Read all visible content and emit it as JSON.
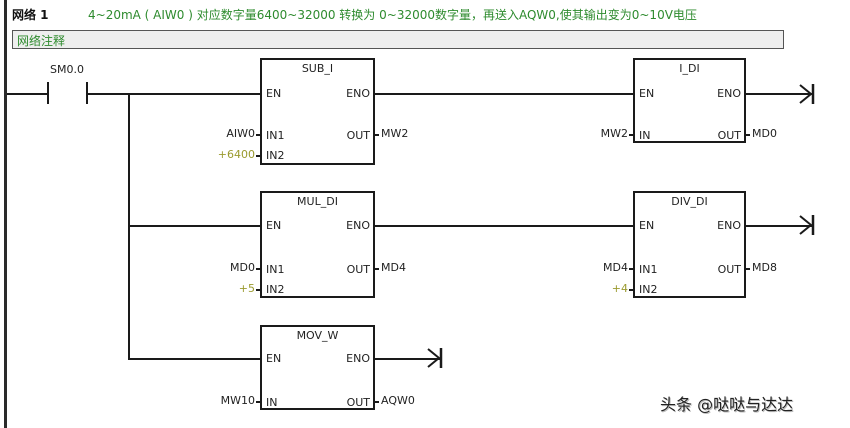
{
  "network": {
    "title": "网络 1",
    "description": "4~20mA ( AIW0 ) 对应数字量6400~32000 转换为 0~32000数字量，再送入AQW0,使其输出变为0~10V电压",
    "comment": "网络注释"
  },
  "contact": {
    "label": "SM0.0"
  },
  "blocks": [
    {
      "name": "SUB_I",
      "en": "EN",
      "eno": "ENO",
      "in1_pin": "IN1",
      "in2_pin": "IN2",
      "out_pin": "OUT",
      "in1": "AIW0",
      "in2": "+6400",
      "out": "MW2"
    },
    {
      "name": "I_DI",
      "en": "EN",
      "eno": "ENO",
      "in_pin": "IN",
      "out_pin": "OUT",
      "in": "MW2",
      "out": "MD0"
    },
    {
      "name": "MUL_DI",
      "en": "EN",
      "eno": "ENO",
      "in1_pin": "IN1",
      "in2_pin": "IN2",
      "out_pin": "OUT",
      "in1": "MD0",
      "in2": "+5",
      "out": "MD4"
    },
    {
      "name": "DIV_DI",
      "en": "EN",
      "eno": "ENO",
      "in1_pin": "IN1",
      "in2_pin": "IN2",
      "out_pin": "OUT",
      "in1": "MD4",
      "in2": "+4",
      "out": "MD8"
    },
    {
      "name": "MOV_W",
      "en": "EN",
      "eno": "ENO",
      "in_pin": "IN",
      "out_pin": "OUT",
      "in": "MW10",
      "out": "AQW0"
    }
  ],
  "watermark": "头条 @哒哒与达达",
  "colors": {
    "comment_green": "#2e8b2e",
    "constant_olive": "#9a9a2e",
    "wire": "#1a1a1a"
  }
}
